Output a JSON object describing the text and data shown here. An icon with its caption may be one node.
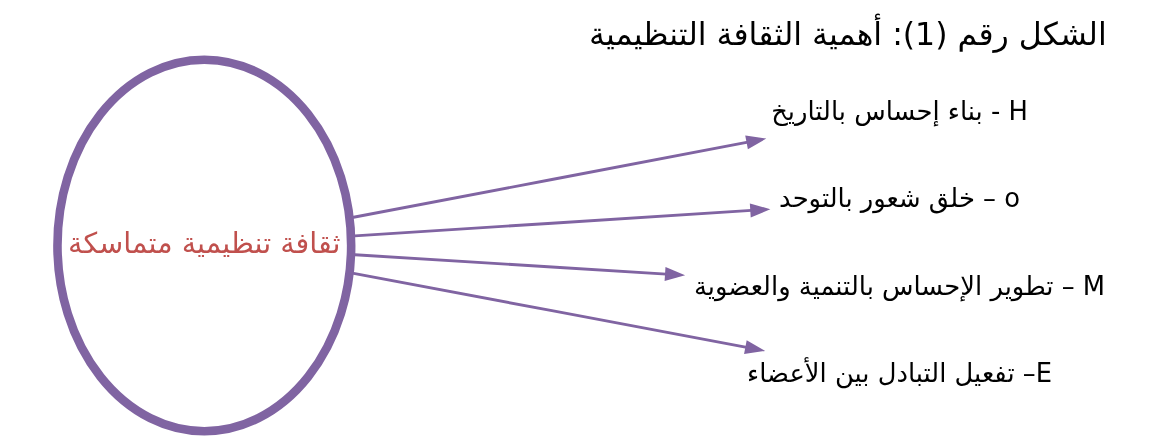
{
  "diagram": {
    "title": "الشكل رقم (1): أهمية الثقافة التنظيمية",
    "nodes": [
      {
        "text": [
          "ثقافة تنظيمية متماسكة"
        ]
      },
      {
        "text": [
          "بناء إحساس بالتاريخ - H"
        ]
      },
      {
        "text": [
          "خلق شعور بالتوحد – o"
        ]
      },
      {
        "text": [
          "تطوير الإحساس بالتنمية والعضوية – M"
        ]
      },
      {
        "text": [
          "تفعيل التبادل بين الأعضاء –E"
        ]
      }
    ],
    "edges": [
      {
        "from": 0,
        "to": 1,
        "arrow": "to"
      },
      {
        "from": 0,
        "to": 2,
        "arrow": "to"
      },
      {
        "from": 0,
        "to": 3,
        "arrow": "to"
      },
      {
        "from": 0,
        "to": 4,
        "arrow": "to"
      }
    ]
  }
}
